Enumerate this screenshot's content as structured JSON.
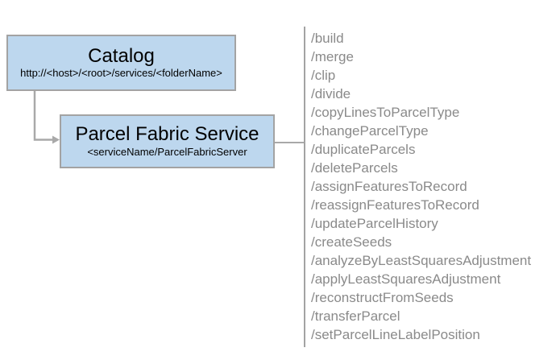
{
  "catalog_box": {
    "title": "Catalog",
    "subtitle": "http://<host>/<root>/services/<folderName>"
  },
  "service_box": {
    "title": "Parcel Fabric Service",
    "subtitle": "<serviceName/ParcelFabricServer"
  },
  "endpoints": [
    "/build",
    "/merge",
    "/clip",
    "/divide",
    "/copyLinesToParcelType",
    "/changeParcelType",
    "/duplicateParcels",
    "/deleteParcels",
    "/assignFeaturesToRecord",
    "/reassignFeaturesToRecord",
    "/updateParcelHistory",
    "/createSeeds",
    "/analyzeByLeastSquaresAdjustment",
    "/applyLeastSquaresAdjustment",
    "/reconstructFromSeeds",
    "/transferParcel",
    "/setParcelLineLabelPosition"
  ],
  "colors": {
    "box_fill": "#bdd7ee",
    "box_border": "#a3a3a3",
    "connector": "#a9a9a9",
    "divider": "#8c8c8c",
    "endpoint_text": "#8a8a8a",
    "title_text": "#000000"
  }
}
